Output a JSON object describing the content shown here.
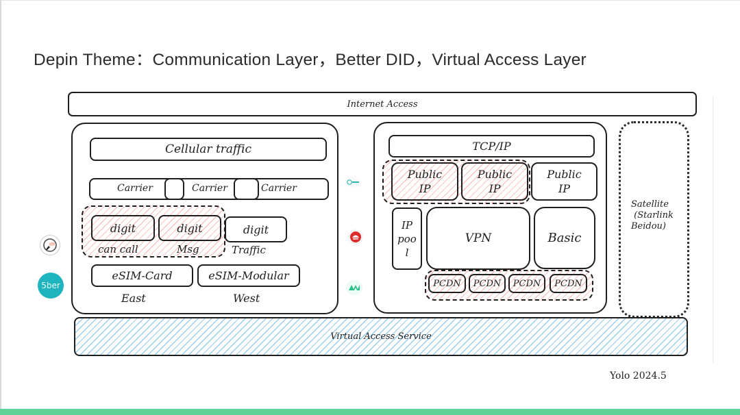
{
  "slide": {
    "title": "Depin Theme：Communication Layer，Better DID，Virtual Access Layer",
    "footer_signature": "Yolo 2024.5",
    "accent_bar_color": "#62d197"
  },
  "diagram": {
    "internet_access": "Internet Access",
    "left_panel": {
      "cellular_traffic": "Cellular traffic",
      "carriers": [
        "Carrier",
        "Carrier",
        "Carrier"
      ],
      "digits": [
        {
          "box": "digit",
          "caption": "can call"
        },
        {
          "box": "digit",
          "caption": "Msg"
        },
        {
          "box": "digit",
          "caption": "Traffic"
        }
      ],
      "esim": [
        {
          "box": "eSIM-Card",
          "caption": "East"
        },
        {
          "box": "eSIM-Modular",
          "caption": "West"
        }
      ]
    },
    "right_panel": {
      "tcp_ip": "TCP/IP",
      "public_ips": [
        "Public\nIP",
        "Public\nIP",
        "Public\nIP"
      ],
      "ip_pool": "IP\npoo\nl",
      "vpn": "VPN",
      "basic": "Basic",
      "pcdn": [
        "PCDN",
        "PCDN",
        "PCDN",
        "PCDN"
      ]
    },
    "satellite": "Satellite\n (Starlink\nBeidou)",
    "virtual_access_service": "Virtual Access Service"
  },
  "logos": {
    "left": [
      {
        "name": "hand-logo",
        "color": "#3a3a3a"
      },
      {
        "name": "5ber-logo",
        "text": "5ber",
        "color": "#1fb5bf"
      }
    ],
    "middle": [
      {
        "name": "teal-wordmark-logo",
        "color": "#2cb8b0"
      },
      {
        "name": "red-circle-logo",
        "color": "#e02a2a"
      },
      {
        "name": "green-m-logo",
        "color": "#2cbf8a"
      }
    ]
  }
}
